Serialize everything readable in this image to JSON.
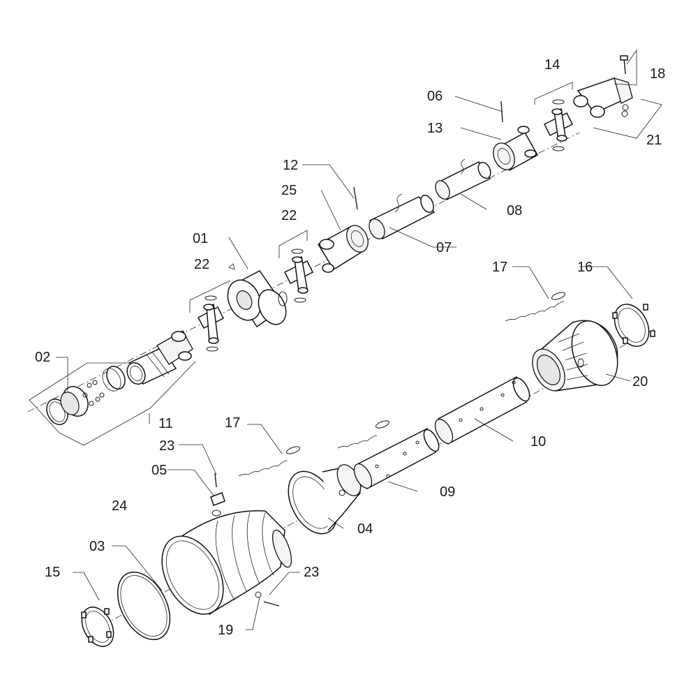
{
  "diagram": {
    "labels": [
      "01",
      "02",
      "03",
      "04",
      "05",
      "06",
      "07",
      "08",
      "09",
      "10",
      "11",
      "12",
      "13",
      "14",
      "15",
      "16",
      "17",
      "17",
      "18",
      "19",
      "20",
      "21",
      "22",
      "22",
      "23",
      "23",
      "24",
      "25"
    ]
  }
}
